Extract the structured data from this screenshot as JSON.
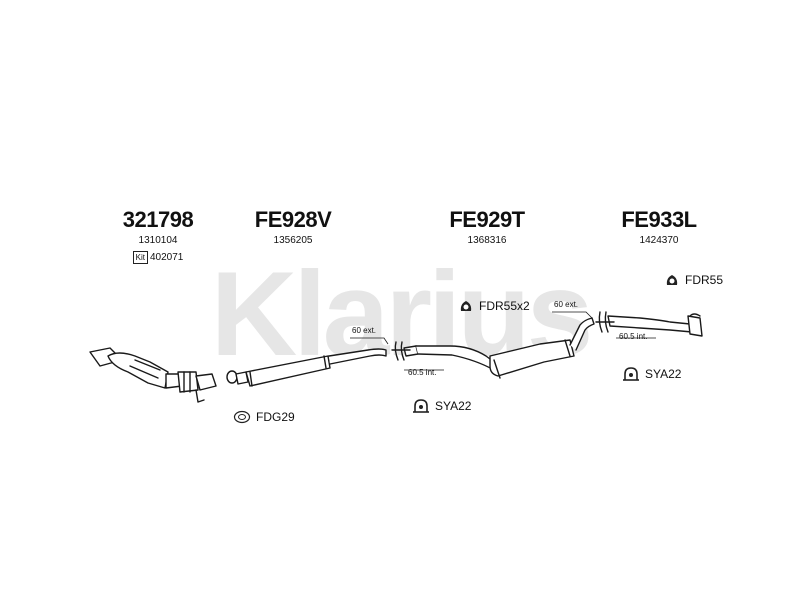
{
  "watermark": "Klarius",
  "parts": [
    {
      "code": "321798",
      "number": "1310104",
      "kit_badge": "Kit",
      "kit_number": "402071"
    },
    {
      "code": "FE928V",
      "number": "1356205"
    },
    {
      "code": "FE929T",
      "number": "1368316"
    },
    {
      "code": "FE933L",
      "number": "1424370"
    }
  ],
  "accessories": {
    "fdr55": "FDR55",
    "fdr55x2": "FDR55x2",
    "fdg29": "FDG29",
    "sya22_mid": "SYA22",
    "sya22_right": "SYA22"
  },
  "labels": {
    "ext1": "60 ext.",
    "int1": "60.5 int.",
    "ext2": "60 ext.",
    "int2": "60.5 int."
  },
  "colors": {
    "watermark": "#e6e6e6",
    "outline": "#1a1a1a",
    "fill": "#ffffff"
  }
}
